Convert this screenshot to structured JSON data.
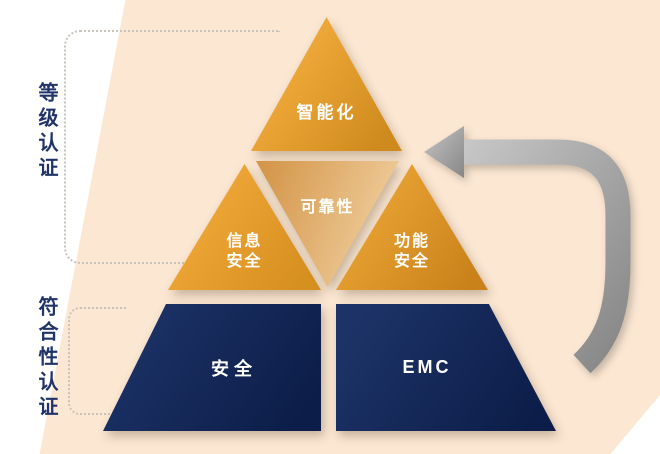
{
  "pyramid": {
    "top": {
      "label": "智能化"
    },
    "mid_left": {
      "label": "信息\n安全"
    },
    "mid_center": {
      "label": "可靠性"
    },
    "mid_right": {
      "label": "功能\n安全"
    },
    "bottom_left": {
      "label": "安全"
    },
    "bottom_right": {
      "label": "EMC"
    }
  },
  "side_labels": {
    "level_certification": "等级认证",
    "conformity_certification": "符合性认证"
  },
  "colors": {
    "orange": "#e89c2b",
    "orange_light": "#f3d4a6",
    "navy": "#13265a",
    "peach_background": "#fbe7d2",
    "arrow_gray": "#a0a0a0",
    "label_blue": "#203469",
    "dotted_line": "#c9c4bb"
  },
  "icons": {
    "curved_arrow": "arrow pointing left from bottom-right curve"
  }
}
